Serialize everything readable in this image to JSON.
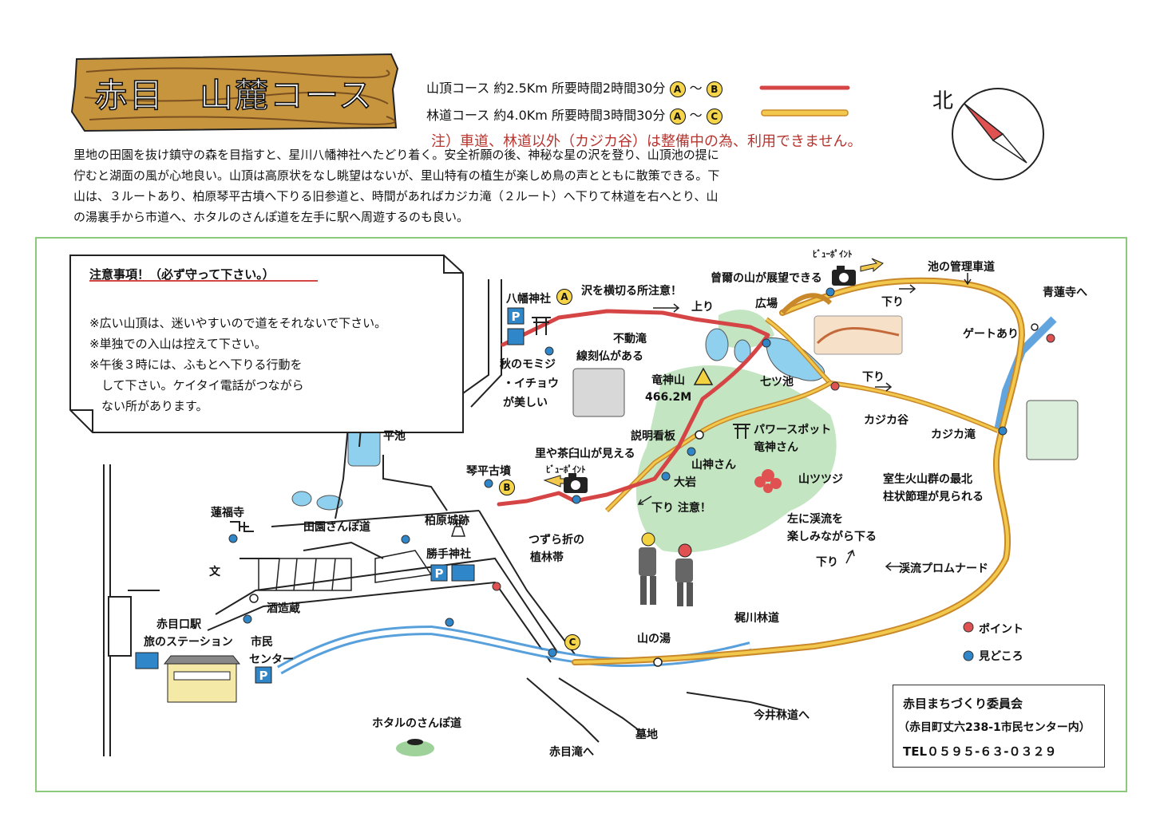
{
  "title": "赤目　山麓コース",
  "legend": {
    "summit_course": {
      "label": "山頂コース",
      "distance": "約2.5Km",
      "time": "所要時間2時間30分",
      "from": "A",
      "tilde": "～",
      "to": "B",
      "color": "#d64545"
    },
    "forest_course": {
      "label": "林道コース",
      "distance": "約4.0Km",
      "time": "所要時間3時間30分",
      "from": "A",
      "tilde": "～",
      "to": "C",
      "color": "#e9a32a"
    },
    "note": "注）車道、林道以外（カジカ谷）は整備中の為、利用できません。"
  },
  "compass": {
    "north": "北"
  },
  "intro": [
    "里地の田園を抜け鎮守の森を目指すと、星川八幡神社へたどり着く。安全祈願の後、神秘な星の沢を登り、山頂池の提に",
    "佇むと湖面の風が心地良い。山頂は高原状をなし眺望はないが、里山特有の植生が楽しめ鳥の声とともに散策できる。下",
    "山は、３ルートあり、柏原琴平古墳へ下りる旧参道と、時間があればカジカ滝（２ルート）へ下りて林道を右へとり、山",
    "の湯裏手から市道へ、ホタルのさんぽ道を左手に駅へ周遊するのも良い。"
  ],
  "caution": {
    "title": "注意事項！（必ず守って下さい。）",
    "items": [
      "※広い山頂は、迷いやすいので道をそれないで下さい。",
      "※単独での入山は控えて下さい。",
      "※午後３時には、ふもとへ下りる行動を",
      "　して下さい。ケイタイ電話がつながら",
      "　ない所があります。"
    ]
  },
  "places": {
    "hachiman": "八幡神社",
    "sawa": "沢を横切る所注意！",
    "nobori": "上り",
    "fudo": "不動滝",
    "senkoku": "線刻仏がある",
    "momiji1": "秋のモミジ",
    "momiji2": "・イチョウ",
    "momiji3": "が美しい",
    "ryujin_mt": "竜神山",
    "elev": "466.2M",
    "soni_view": "曾爾の山が展望できる",
    "viewpoint": "ﾋﾞｭｰﾎﾟｲﾝﾄ",
    "hiroba": "広場",
    "nanatsu": "七ツ池",
    "kanri": "池の管理車道",
    "kudari1": "下り",
    "kudari2": "下り",
    "kudari3": "下り",
    "seirenji": "青蓮寺へ",
    "gate": "ゲートあり",
    "kajika_dani": "カジカ谷",
    "kajika_taki": "カジカ滝",
    "setsumei": "説明看板",
    "power": "パワースポット",
    "ryujin_san": "竜神さん",
    "sanjin": "山神さん",
    "oiwa": "大岩",
    "tsutsuji": "山ツツジ",
    "kazan1": "室生火山群の最北",
    "kazan2": "柱状節理が見られる",
    "keiryu1": "左に渓流を",
    "keiryu2": "楽しみながら下る",
    "promenade": "渓流プロムナード",
    "kudari_chui": "下り 注意！",
    "satoya1": "里や茶臼山が見える",
    "viewpoint2": "ﾋﾞｭｰﾎﾟｲﾝﾄ",
    "kotohira": "琴平古墳",
    "tsuzura1": "つずら折の",
    "tsuzura2": "植林帯",
    "hiraike": "平池",
    "renpukuji": "蓮福寺",
    "denen": "田園さんぽ道",
    "kashiwara": "柏原城跡",
    "katte": "勝手神社",
    "bun": "文",
    "sakagura": "酒造蔵",
    "station1": "赤目口駅",
    "station2": "旅のステーション",
    "shimin1": "市民",
    "shimin2": "センター",
    "kajikawa": "梶川林道",
    "yamanoyu": "山の湯",
    "imai": "今井林道へ",
    "hotaru": "ホタルのさんぽ道",
    "bochi": "墓地",
    "akame_taki": "赤目滝へ",
    "point_legend": "ポイント",
    "midokoro_legend": "見どころ",
    "marker_a": "A",
    "marker_b": "B",
    "marker_c": "C",
    "parking": "P"
  },
  "contact": {
    "org": "赤目まちづくり委員会",
    "address": "（赤目町丈六238-1市民センター内）",
    "tel": "TEL０５９５-６３-０３２９"
  },
  "colors": {
    "summit_route": "#d64545",
    "forest_route": "#e9a32a",
    "river": "#3b8fd6",
    "pond": "#8fd0ee",
    "green_area": "#b4dfb1",
    "point_red": "#e05252",
    "point_blue": "#2f86c9",
    "frame": "#8cc97a"
  }
}
